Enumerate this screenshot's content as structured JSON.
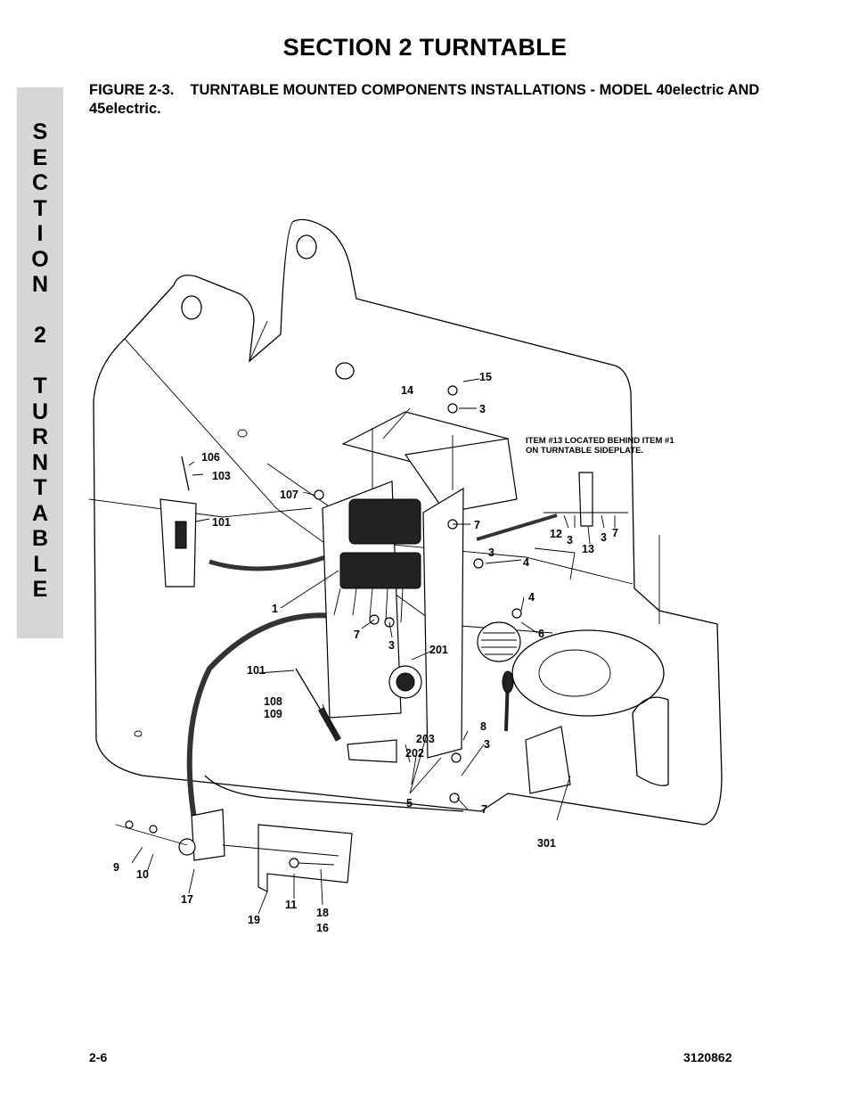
{
  "header": {
    "title": "SECTION 2 TURNTABLE"
  },
  "side_tab": {
    "letters": [
      "S",
      "E",
      "C",
      "T",
      "I",
      "O",
      "N",
      "",
      "2",
      "",
      "T",
      "U",
      "R",
      "N",
      "T",
      "A",
      "B",
      "L",
      "E"
    ]
  },
  "figure": {
    "number": "FIGURE 2-3.",
    "title": "TURNTABLE MOUNTED COMPONENTS INSTALLATIONS - MODEL 40electric AND 45electric."
  },
  "diagram": {
    "note_line1": "ITEM #13 LOCATED BEHIND ITEM #1",
    "note_line2": "ON TURNTABLE SIDEPLATE.",
    "callouts": {
      "c15": "15",
      "c3a": "3",
      "c14": "14",
      "c106": "106",
      "c103": "103",
      "c107": "107",
      "c101a": "101",
      "c7a": "7",
      "c3b": "3",
      "c4a": "4",
      "c12": "12",
      "c3c": "3",
      "c13": "13",
      "c3d": "3",
      "c7b": "7",
      "c1": "1",
      "c4b": "4",
      "c6": "6",
      "c7c": "7",
      "c3e": "3",
      "c201": "201",
      "c101b": "101",
      "c108": "108",
      "c109": "109",
      "c8": "8",
      "c203": "203",
      "c3f": "3",
      "c202": "202",
      "c5": "5",
      "c7d": "7",
      "c301": "301",
      "c9": "9",
      "c10": "10",
      "c17": "17",
      "c11": "11",
      "c18": "18",
      "c16": "16",
      "c19": "19"
    }
  },
  "footer": {
    "page_number": "2-6",
    "document_number": "3120862"
  }
}
